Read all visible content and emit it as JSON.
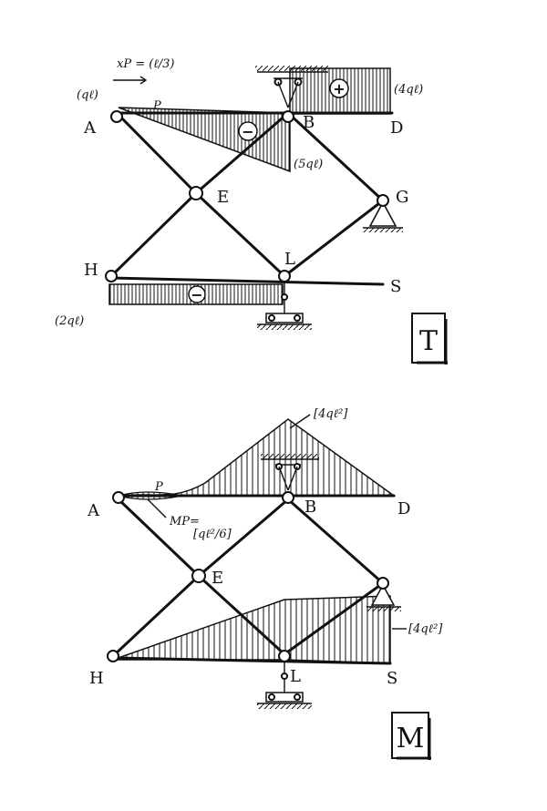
{
  "diagram_T": {
    "nodes": {
      "A": "A",
      "B": "B",
      "D": "D",
      "E": "E",
      "G": "G",
      "H": "H",
      "L": "L",
      "S": "S",
      "P": "P"
    },
    "xp_note": "xP = (ℓ/3)",
    "val_A": "(qℓ)",
    "val_BD": "(4qℓ)",
    "val_B": "(5qℓ)",
    "val_H": "(2qℓ)",
    "sign_AB": "−",
    "sign_BD": "+",
    "sign_HL": "−",
    "box_label": "T"
  },
  "diagram_M": {
    "nodes": {
      "A": "A",
      "B": "B",
      "D": "D",
      "E": "E",
      "H": "H",
      "L": "L",
      "S": "S",
      "P": "P"
    },
    "top_value": "[4qℓ²]",
    "mp_label": "MP=",
    "mp_value": "[qℓ²/6]",
    "right_value": "[4qℓ²]",
    "box_label": "M"
  }
}
